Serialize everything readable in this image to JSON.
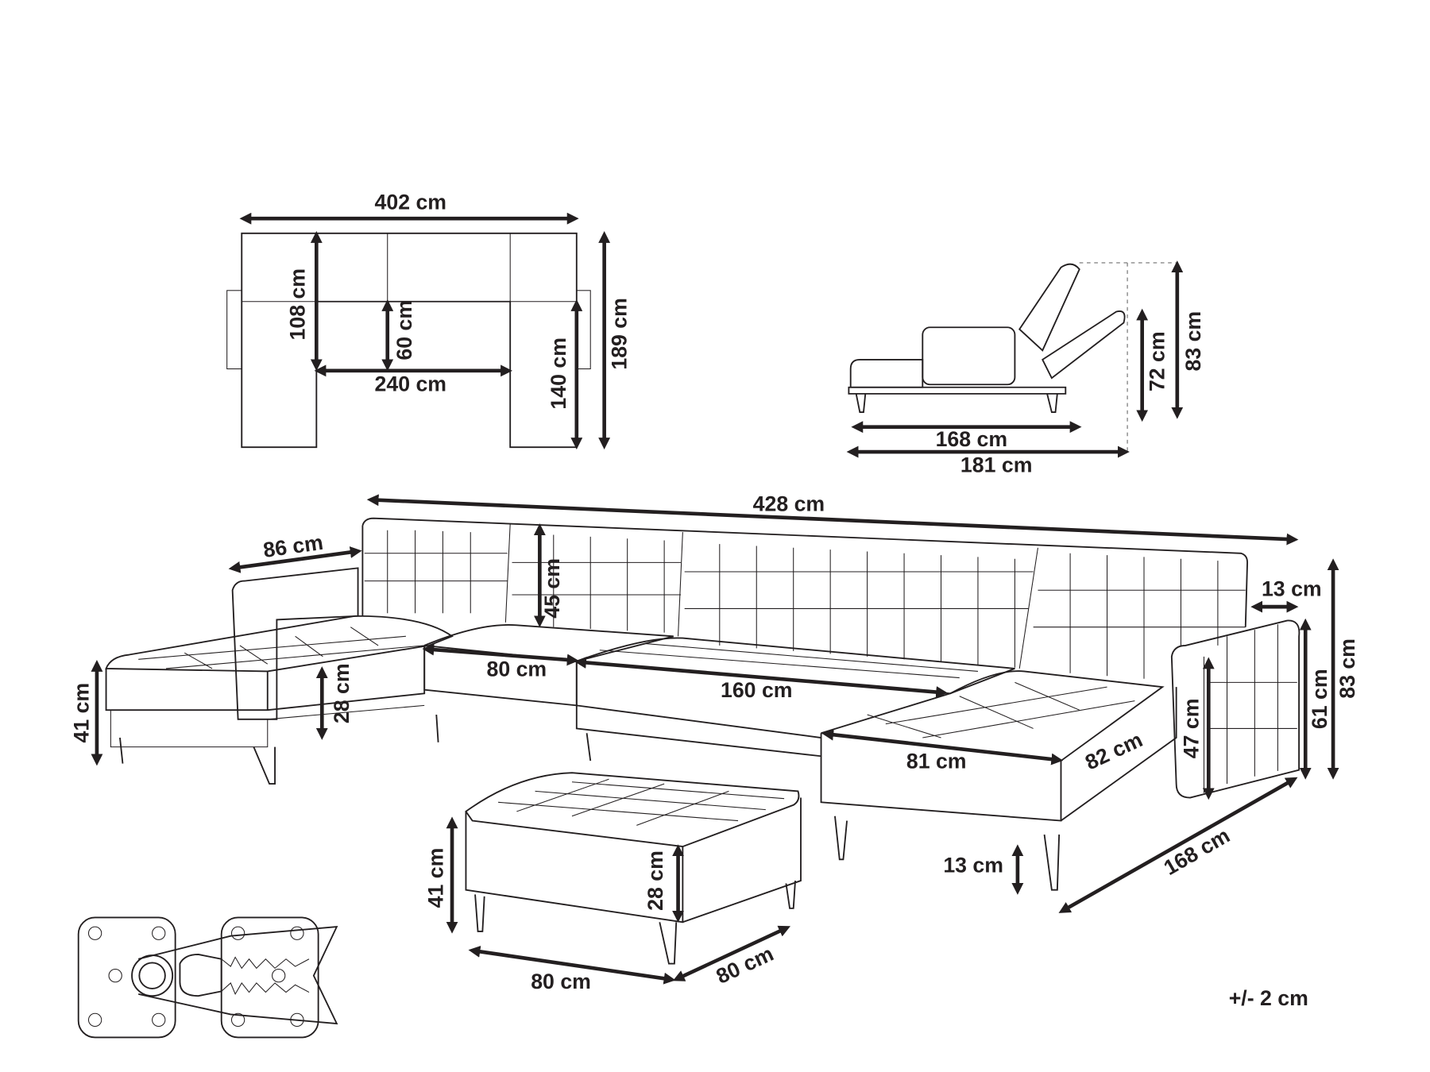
{
  "plan_view": {
    "width_total": "402 cm",
    "depth_left": "108 cm",
    "seat_depth": "60 cm",
    "inner_width": "240 cm",
    "depth_right": "140 cm",
    "depth_total": "189 cm"
  },
  "side_view": {
    "length_bed": "168 cm",
    "length_total": "181 cm",
    "height_back": "72 cm",
    "height_total": "83 cm"
  },
  "main_view": {
    "total_width": "428 cm",
    "chaise_width_left": "86 cm",
    "back_height": "45 cm",
    "seat_module": "80 cm",
    "double_seat": "160 cm",
    "seat_height_left": "28 cm",
    "height_left": "41 cm",
    "chaise_width": "81 cm",
    "chaise_depth": "82 cm",
    "armrest_height": "47 cm",
    "arm_height": "61 cm",
    "height_total": "83 cm",
    "armrest_width": "13 cm",
    "leg_height": "13 cm",
    "chaise_length": "168 cm"
  },
  "ottoman": {
    "height": "41 cm",
    "cushion_height": "28 cm",
    "width": "80 cm",
    "depth": "80 cm"
  },
  "tolerance": "+/- 2 cm",
  "colors": {
    "line": "#231f20",
    "background": "#ffffff"
  }
}
